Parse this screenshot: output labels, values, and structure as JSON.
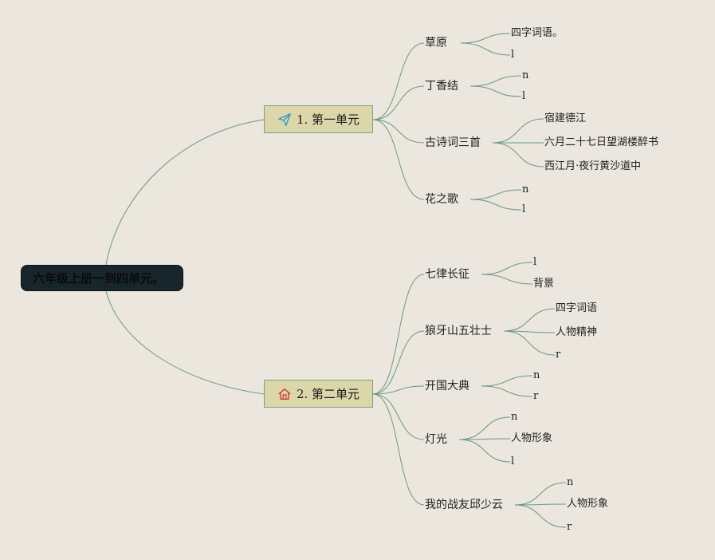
{
  "root": {
    "label": "六年级上册一到四单元。"
  },
  "units": [
    {
      "label": "1. 第一单元",
      "icon": "paper-plane-icon",
      "children": [
        {
          "label": "草原",
          "children": [
            "四字词语。",
            "l"
          ]
        },
        {
          "label": "丁香结",
          "children": [
            "n",
            "l"
          ]
        },
        {
          "label": "古诗词三首",
          "children": [
            "宿建德江",
            "六月二十七日望湖楼醉书",
            "西江月·夜行黄沙道中"
          ]
        },
        {
          "label": "花之歌",
          "children": [
            "n",
            "l"
          ]
        }
      ]
    },
    {
      "label": "2. 第二单元",
      "icon": "house-icon",
      "children": [
        {
          "label": "七律长征",
          "children": [
            "l",
            "背景"
          ]
        },
        {
          "label": "狼牙山五壮士",
          "children": [
            "四字词语",
            "人物精神",
            "r"
          ]
        },
        {
          "label": "开国大典",
          "children": [
            "n",
            "r"
          ]
        },
        {
          "label": "灯光",
          "children": [
            "n",
            "人物形象",
            "l"
          ]
        },
        {
          "label": "我的战友邱少云",
          "children": [
            "n",
            "人物形象",
            "r"
          ]
        }
      ]
    }
  ],
  "colors": {
    "link": "#6a9a84",
    "unit_fill": "#dcd7a8",
    "root_fill": "#17262c",
    "plane_icon": "#3a9ad0",
    "house_icon": "#d23a3a"
  }
}
